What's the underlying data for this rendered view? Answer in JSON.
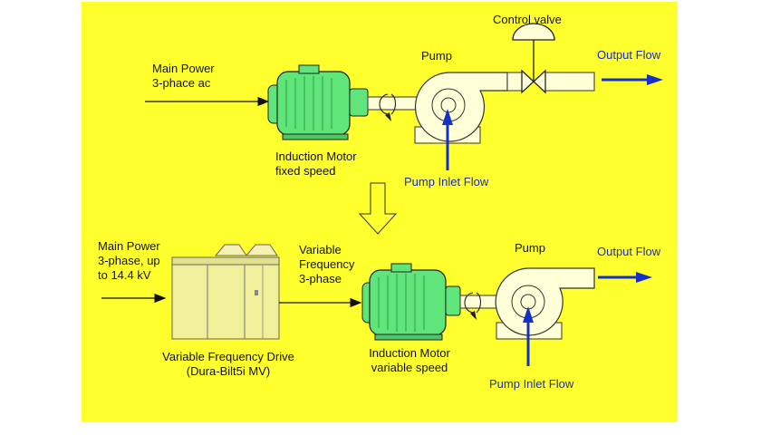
{
  "colors": {
    "background": "#ffff2e",
    "motor_green": "#5fe57a",
    "flow_arrow_blue": "#1530c8",
    "drive_cabinet": "#f1ef9a",
    "pump_housing": "#ffffd8"
  },
  "top_system": {
    "input_label": "Main Power\n3-phace ac",
    "motor_label": "Induction Motor\nfixed speed",
    "pump_label": "Pump",
    "valve_label": "Control valve",
    "output_label": "Output Flow",
    "inlet_label": "Pump Inlet Flow"
  },
  "bottom_system": {
    "input_label": "Main Power\n3-phase, up\nto 14.4 kV",
    "drive_output_label": "Variable\nFrequency\n3-phase",
    "drive_label": "Variable Frequency Drive\n(Dura-Bilt5i MV)",
    "motor_label": "Induction Motor\nvariable speed",
    "pump_label": "Pump",
    "output_label": "Output Flow",
    "inlet_label": "Pump Inlet Flow"
  }
}
